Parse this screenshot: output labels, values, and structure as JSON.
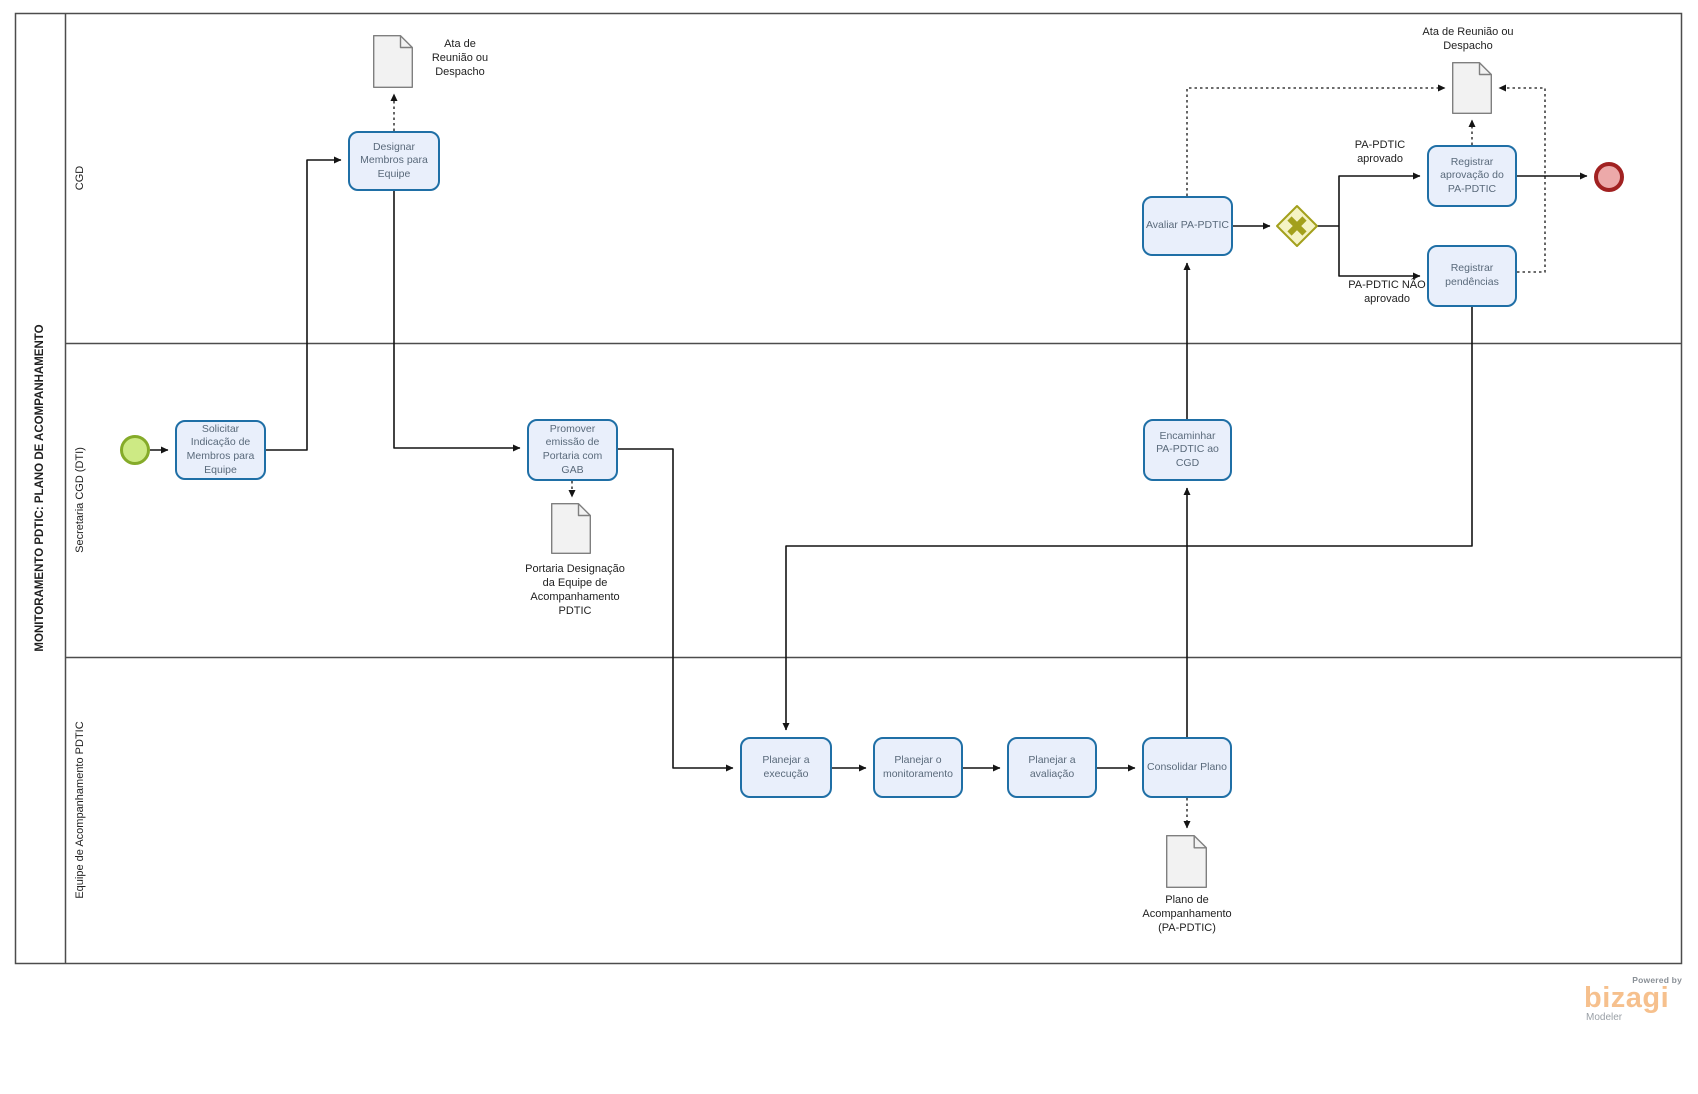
{
  "pool": {
    "title": "MONITORAMENTO PDTIC: PLANO DE ACOMPANHAMENTO"
  },
  "lanes": [
    {
      "label": "CGD"
    },
    {
      "label": "Secretaria CGD (DTI)"
    },
    {
      "label": "Equipe de Acompanhamento PDTIC"
    }
  ],
  "tasks": {
    "solicitar": "Solicitar\nIndicação de\nMembros para\nEquipe",
    "designar": "Designar\nMembros para\nEquipe",
    "promover": "Promover\nemissão de\nPortaria com\nGAB",
    "avaliar": "Avaliar PA-PDTIC",
    "registrar_aprovacao": "Registrar\naprovação do\nPA-PDTIC",
    "registrar_pendencias": "Registrar\npendências",
    "encaminhar": "Encaminhar\nPA-PDTIC ao\nCGD",
    "planejar_execucao": "Planejar a\nexecução",
    "planejar_monitoramento": "Planejar o\nmonitoramento",
    "planejar_avaliacao": "Planejar a\navaliação",
    "consolidar": "Consolidar Plano"
  },
  "documents": {
    "ata_cgd": "Ata de\nReunião ou\nDespacho",
    "ata_aprovacao": "Ata de Reunião ou\nDespacho",
    "portaria": "Portaria Designação\nda Equipe de\nAcompanhamento\nPDTIC",
    "plano": "Plano de\nAcompanhamento\n(PA-PDTIC)"
  },
  "flow_labels": {
    "approved": "PA-PDTIC\naprovado",
    "not_approved": "PA-PDTIC NÃO\naprovado"
  },
  "branding": {
    "powered_by": "Powered by",
    "logo": "bizagi",
    "product": "Modeler"
  },
  "colors": {
    "line": "#141414",
    "task_fill": "#E9EFFB",
    "task_border": "#1F6FA6",
    "task_text": "#5A6A7B",
    "start_fill": "#CDEA84",
    "start_border": "#85AB29",
    "end_fill": "#ECA9A9",
    "end_border": "#A12121",
    "gateway_fill": "#F5F3C4",
    "gateway_border": "#A3A01C",
    "doc_fill": "#F2F2F2",
    "doc_border": "#7F7F7F",
    "pool_border": "#4D4D4D",
    "label_text": "#1F1F1F",
    "logo_orange": "#F6C08D",
    "logo_gray": "#9AA0A6"
  }
}
